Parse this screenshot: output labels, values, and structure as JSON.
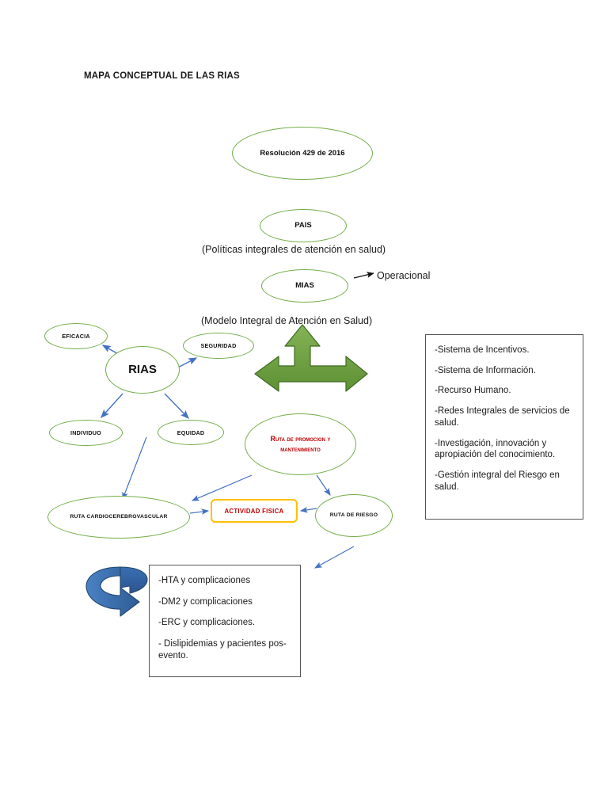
{
  "page": {
    "title": "MAPA CONCEPTUAL DE LAS RIAS",
    "background_color": "#FFFFFF"
  },
  "colors": {
    "ellipse_stroke": "#72AD48",
    "arrow_blue": "#4472C4",
    "arrow_green": "#70AD47",
    "arrow_blue_dark": "#2E5C94",
    "red_text": "#C00000",
    "orange_box": "#FFC000",
    "box_border": "#555555"
  },
  "nodes": {
    "resolucion": {
      "label": "Resolución 429 de 2016",
      "shape": "ellipse",
      "color": "#72AD48"
    },
    "pais": {
      "label": "PAIS",
      "shape": "ellipse",
      "color": "#72AD48"
    },
    "pais_caption": "(Políticas integrales de atención en salud)",
    "mias": {
      "label": "MIAS",
      "shape": "ellipse",
      "color": "#72AD48"
    },
    "mias_caption": "(Modelo Integral de Atención en Salud)",
    "operacional": "Operacional",
    "rias": {
      "label": "RIAS",
      "shape": "ellipse",
      "color": "#72AD48"
    },
    "eficacia": {
      "label": "EFICACIA",
      "shape": "ellipse",
      "color": "#72AD48"
    },
    "seguridad": {
      "label": "SEGURIDAD",
      "shape": "ellipse",
      "color": "#72AD48"
    },
    "individuo": {
      "label": "INDIVIDUO",
      "shape": "ellipse",
      "color": "#72AD48"
    },
    "equidad": {
      "label": "EQUIDAD",
      "shape": "ellipse",
      "color": "#72AD48"
    },
    "ruta_promocion": {
      "label": "Ruta de promocion y mantenimiento",
      "shape": "ellipse",
      "color": "#72AD48",
      "text_color": "#C00000"
    },
    "ruta_cardio": {
      "label": "RUTA CARDIOCEREBROVASCULAR",
      "shape": "ellipse",
      "color": "#72AD48"
    },
    "ruta_riesgo": {
      "label": "RUTA DE RIESGO",
      "shape": "ellipse",
      "color": "#72AD48"
    },
    "actividad_fisica": {
      "label": "ACTIVIDAD FISICA",
      "shape": "rounded-rect",
      "color": "#FFC000",
      "text_color": "#C00000"
    }
  },
  "right_box": {
    "items": [
      "-Sistema de Incentivos.",
      "-Sistema de Información.",
      "-Recurso Humano.",
      "-Redes Integrales de servicios de salud.",
      "-Investigación, innovación y apropiación del conocimiento.",
      "-Gestión integral del Riesgo en salud."
    ]
  },
  "bottom_box": {
    "items": [
      "-HTA y complicaciones",
      "-DM2 y complicaciones",
      "-ERC y complicaciones.",
      "- Dislipidemias y pacientes pos-evento."
    ]
  },
  "shapes": {
    "green_three_way_arrow": "three-way-arrow-left-right-up",
    "blue_curved_arrow": "curved-arrow-right"
  }
}
